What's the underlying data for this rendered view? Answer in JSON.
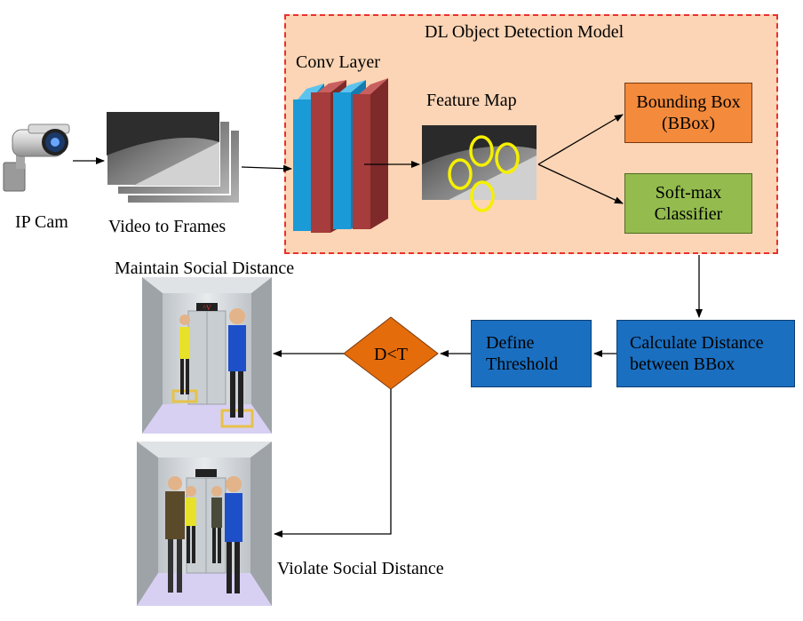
{
  "title": "DL Object Detection Model",
  "camera_label": "IP Cam",
  "frames_label": "Video to Frames",
  "conv_label": "Conv Layer",
  "feature_label": "Feature Map",
  "bbox_label": "Bounding Box (BBox)",
  "softmax_label": "Soft-max Classifier",
  "calc_label": "Calculate Distance between BBox",
  "threshold_label": "Define Threshold",
  "decision_label": "D<T",
  "maintain_label": "Maintain Social Distance",
  "violate_label": "Violate Social Distance",
  "elevator_sign": "^V",
  "colors": {
    "panel_fill": "#fbd5b5",
    "panel_border": "#e8322e",
    "bbox_fill": "#f38a3c",
    "softmax_fill": "#93bb4e",
    "blue_box_fill": "#1a6fc0",
    "diamond_fill": "#e46c0a",
    "conv_blue": "#1a9ad6",
    "conv_red": "#a63c3c",
    "detection_ring": "#f5f000"
  }
}
